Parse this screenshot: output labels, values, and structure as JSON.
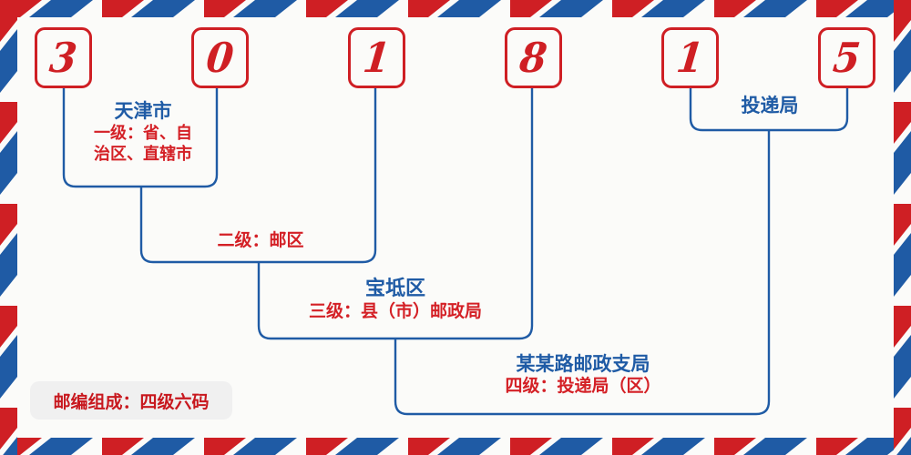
{
  "theme": {
    "paper_bg": "#fbfbf9",
    "red": "#cf1f24",
    "blue": "#1f5ba5",
    "label_red": "#d42026",
    "badge_bg": "#f0f0f0"
  },
  "postal_code": {
    "value": "301815",
    "digits": [
      {
        "char": "3",
        "index": 1
      },
      {
        "char": "0",
        "index": 2
      },
      {
        "char": "1",
        "index": 3
      },
      {
        "char": "8",
        "index": 4
      },
      {
        "char": "1",
        "index": 5
      },
      {
        "char": "5",
        "index": 6
      }
    ]
  },
  "levels": [
    {
      "id": "level-1",
      "title": "天津市",
      "subtitle": "一级：省、自\n治区、直辖市",
      "subtitle_lines": [
        "一级：省、自",
        "治区、直辖市"
      ]
    },
    {
      "id": "level-2",
      "title": "",
      "subtitle": "二级：邮区",
      "subtitle_lines": [
        "二级：邮区"
      ]
    },
    {
      "id": "level-3",
      "title": "宝坻区",
      "subtitle": "三级：县（市）邮政局",
      "subtitle_lines": [
        "三级：县（市）邮政局"
      ]
    },
    {
      "id": "level-4",
      "title": "某某路邮政支局",
      "subtitle": "四级：投递局（区）",
      "subtitle_lines": [
        "四级：投递局（区）"
      ]
    }
  ],
  "delivery_office": {
    "label": "投递局"
  },
  "footer_badge": {
    "text": "邮编组成：四级六码"
  },
  "envelope": {
    "border_style": "airmail-diagonal-stripes",
    "stripe_colors": [
      "#cf1f24",
      "#1f5ba5"
    ]
  }
}
